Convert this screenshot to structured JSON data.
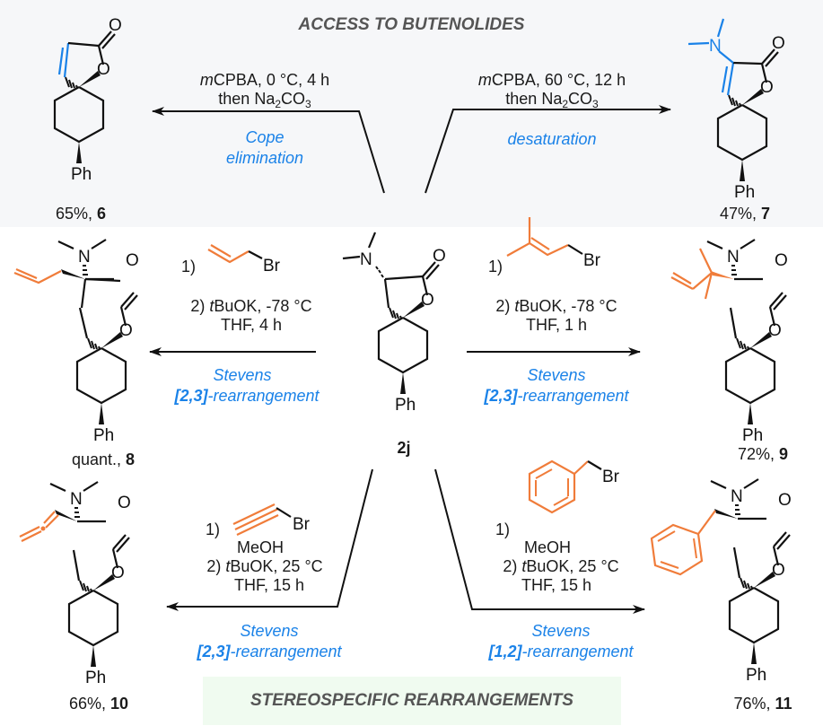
{
  "headers": {
    "top": "ACCESS TO BUTENOLIDES",
    "bottom": "STEREOSPECIFIC REARRANGEMENTS"
  },
  "colors": {
    "highlight_blue": "#1a82e8",
    "highlight_orange": "#f07c3a",
    "header_gray": "#555555",
    "top_band": "#f6f7f9",
    "bottom_band": "#f0fbf0"
  },
  "starting_material": {
    "label": "2j"
  },
  "reactions": [
    {
      "id": "to-6",
      "conditions": [
        "mCPBA, 0 °C, 4 h",
        "then Na2CO3"
      ],
      "reaction_type": [
        "Cope",
        "elimination"
      ],
      "product": {
        "label": "6",
        "yield": "65%"
      }
    },
    {
      "id": "to-7",
      "conditions": [
        "mCPBA, 60 °C, 12 h",
        "then Na2CO3"
      ],
      "reaction_type": [
        "desaturation"
      ],
      "product": {
        "label": "7",
        "yield": "47%"
      }
    },
    {
      "id": "to-8",
      "reagent": "allyl bromide",
      "step1": "1)",
      "step2": "2) tBuOK, -78 °C",
      "step2b": "THF, 4 h",
      "reaction_type": [
        "Stevens",
        "[2,3]",
        "-rearrangement"
      ],
      "product": {
        "label": "8",
        "yield": "quant."
      }
    },
    {
      "id": "to-9",
      "reagent": "prenyl bromide",
      "step1": "1)",
      "step2": "2) tBuOK, -78 °C",
      "step2b": "THF, 1 h",
      "reaction_type": [
        "Stevens",
        "[2,3]",
        "-rearrangement"
      ],
      "product": {
        "label": "9",
        "yield": "72%"
      }
    },
    {
      "id": "to-10",
      "reagent": "propargyl bromide",
      "step1": "1)",
      "solvent": "MeOH",
      "step2": "2) tBuOK, 25 °C",
      "step2b": "THF, 15 h",
      "reaction_type": [
        "Stevens",
        "[2,3]",
        "-rearrangement"
      ],
      "product": {
        "label": "10",
        "yield": "66%"
      }
    },
    {
      "id": "to-11",
      "reagent": "benzyl bromide",
      "step1": "1)",
      "solvent": "MeOH",
      "step2": "2) tBuOK, 25 °C",
      "step2b": "THF, 15 h",
      "reaction_type": [
        "Stevens",
        "[1,2]",
        "-rearrangement"
      ],
      "product": {
        "label": "11",
        "yield": "76%"
      }
    }
  ],
  "atoms": {
    "O": "O",
    "N": "N",
    "Ph": "Ph",
    "Br": "Br"
  }
}
